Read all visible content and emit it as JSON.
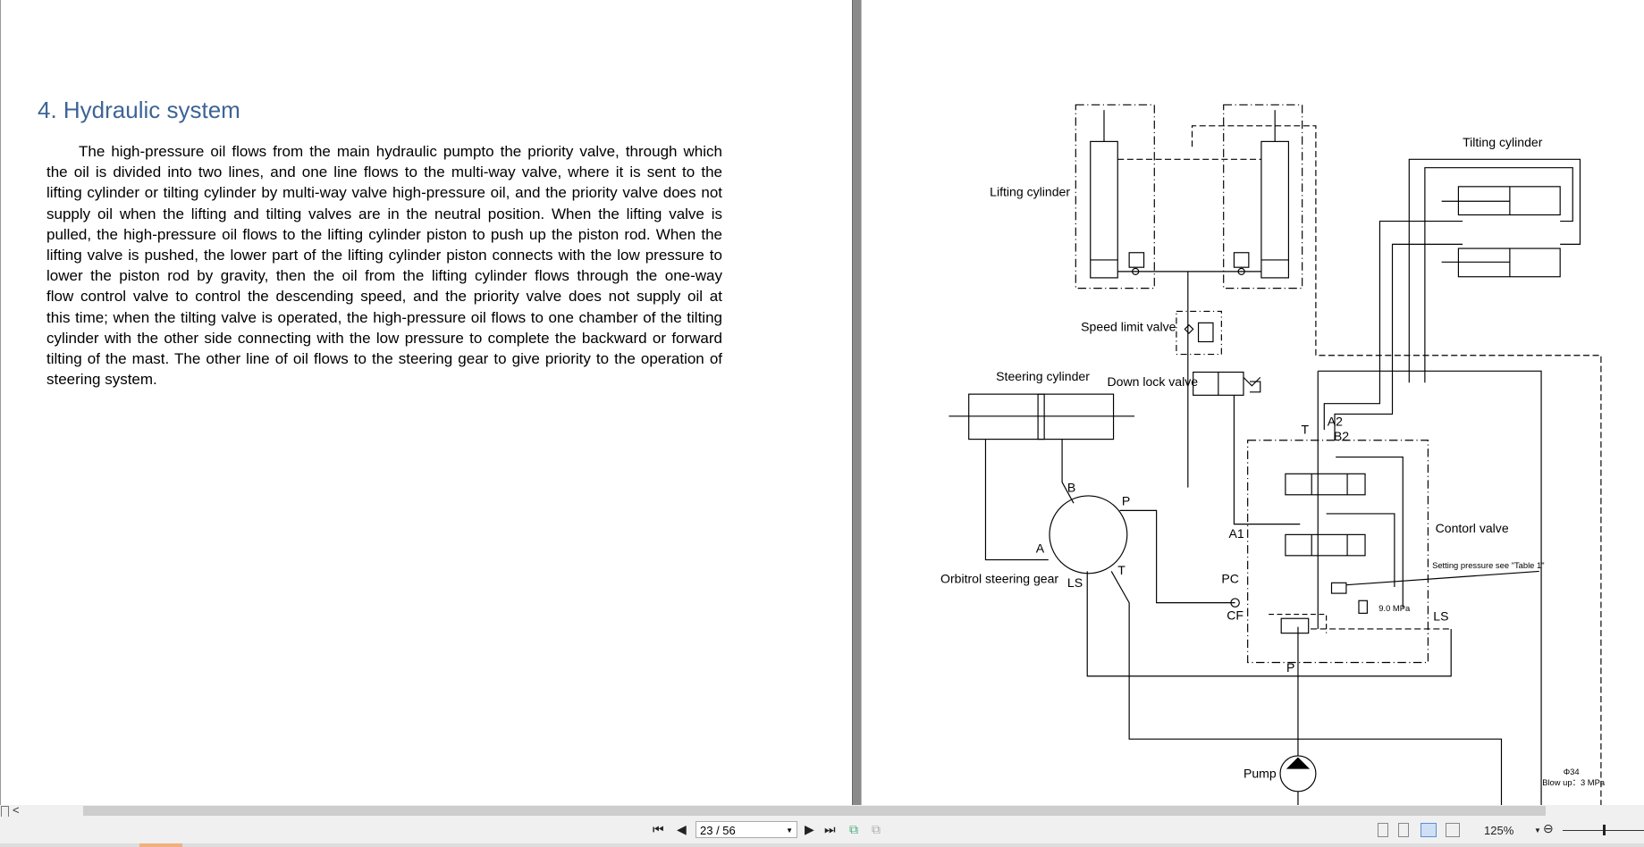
{
  "document": {
    "heading": "4. Hydraulic system",
    "body_lines": [
      "The high-pressure oil flows from the main hydraulic pumpto the priority valve, through which",
      "the oil is divided into two lines, and one line flows to the multi-way valve, where it is sent to the",
      "lifting cylinder or tilting cylinder by multi-way valve high-pressure oil, and the priority valve does not",
      "supply oil when the lifting and tilting valves are in the neutral position. When the lifting valve is",
      "pulled, the high-pressure oil flows to the lifting cylinder piston to push up the piston rod. When the",
      "lifting valve is pushed, the lower part of the lifting cylinder piston connects with the low pressure to",
      "lower the piston rod by gravity, then the oil from the lifting cylinder flows through  the  one-way",
      "flow control valve to control the descending speed, and the priority valve does not supply oil at",
      "this time; when the tilting valve is operated, the high-pressure oil flows to one chamber of the tilting",
      "cylinder with the other side connecting with the low pressure to complete the backward or forward",
      "tilting of the mast. The other line of oil flows to the steering gear to give priority to the operation of",
      "steering system."
    ]
  },
  "diagram": {
    "labels": {
      "lifting_cylinder": "Lifting cylinder",
      "tilting_cylinder": "Tilting cylinder",
      "speed_limit_valve": "Speed limit valve",
      "steering_cylinder": "Steering cylinder",
      "down_lock_valve": "Down lock valve",
      "orbitrol": "Orbitrol steering gear",
      "control_valve": "Contorl valve",
      "setting_pressure": "Setting pressure see \"Table 1\"",
      "relief": "9.0 MPa",
      "pump": "Pump",
      "phi": "Φ34",
      "blow_up": "Blow up：3 MPa",
      "port_B": "B",
      "port_P": "P",
      "port_A": "A",
      "port_T": "T",
      "port_LS": "LS",
      "cv_T": "T",
      "cv_A2": "A2",
      "cv_B2": "B2",
      "cv_A1": "A1",
      "cv_PC": "PC",
      "cv_CF": "CF",
      "cv_LS": "LS",
      "cv_P": "P"
    }
  },
  "toolbar": {
    "page_indicator": "23 / 56",
    "zoom": "125%",
    "icons": [
      "first-page-icon",
      "prev-page-icon",
      "next-page-icon",
      "last-page-icon",
      "go-back-view-icon",
      "go-forward-view-icon",
      "single-page-icon",
      "continuous-icon",
      "facing-icon",
      "continuous-facing-icon",
      "zoom-out-icon"
    ]
  },
  "scrollbar": {
    "left_arrow": "<"
  }
}
